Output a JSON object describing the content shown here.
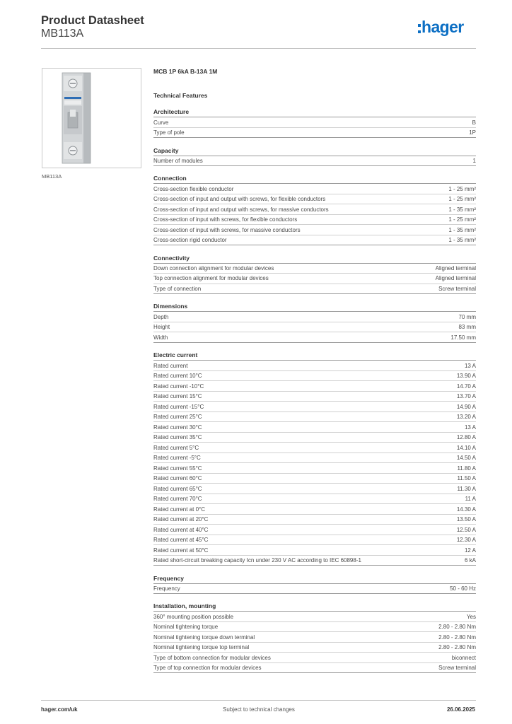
{
  "header": {
    "title": "Product Datasheet",
    "code": "MB113A",
    "logo_text": "hager"
  },
  "image": {
    "caption": "MB113A",
    "alt": "circuit-breaker-image"
  },
  "product_name": "MCB 1P 6kA B-13A 1M",
  "features_title": "Technical Features",
  "sections": [
    {
      "title": "Architecture",
      "rows": [
        {
          "label": "Curve",
          "value": "B"
        },
        {
          "label": "Type of pole",
          "value": "1P"
        }
      ]
    },
    {
      "title": "Capacity",
      "rows": [
        {
          "label": "Number of modules",
          "value": "1"
        }
      ]
    },
    {
      "title": "Connection",
      "rows": [
        {
          "label": "Cross-section flexible conductor",
          "value": "1 - 25 mm²"
        },
        {
          "label": "Cross-section of input and output with screws, for flexible conductors",
          "value": "1 - 25 mm²"
        },
        {
          "label": "Cross-section of input and output with screws, for massive conductors",
          "value": "1 - 35 mm²"
        },
        {
          "label": "Cross-section of input with screws, for flexible conductors",
          "value": "1 - 25 mm²"
        },
        {
          "label": "Cross-section of input with screws, for massive conductors",
          "value": "1 - 35 mm²"
        },
        {
          "label": "Cross-section rigid conductor",
          "value": "1 - 35 mm²"
        }
      ]
    },
    {
      "title": "Connectivity",
      "rows": [
        {
          "label": "Down connection alignment for modular devices",
          "value": "Aligned terminal"
        },
        {
          "label": "Top connection alignment for modular devices",
          "value": "Aligned terminal"
        },
        {
          "label": "Type of connection",
          "value": "Screw terminal"
        }
      ]
    },
    {
      "title": "Dimensions",
      "rows": [
        {
          "label": "Depth",
          "value": "70 mm"
        },
        {
          "label": "Height",
          "value": "83 mm"
        },
        {
          "label": "Width",
          "value": "17.50 mm"
        }
      ]
    },
    {
      "title": "Electric current",
      "rows": [
        {
          "label": "Rated current",
          "value": "13 A"
        },
        {
          "label": "Rated current 10°C",
          "value": "13.90 A"
        },
        {
          "label": "Rated current -10°C",
          "value": "14.70 A"
        },
        {
          "label": "Rated current 15°C",
          "value": "13.70 A"
        },
        {
          "label": "Rated current -15°C",
          "value": "14.90 A"
        },
        {
          "label": "Rated current 25°C",
          "value": "13.20 A"
        },
        {
          "label": "Rated current 30°C",
          "value": "13 A"
        },
        {
          "label": "Rated current 35°C",
          "value": "12.80 A"
        },
        {
          "label": "Rated current 5°C",
          "value": "14.10 A"
        },
        {
          "label": "Rated current -5°C",
          "value": "14.50 A"
        },
        {
          "label": "Rated current 55°C",
          "value": "11.80 A"
        },
        {
          "label": "Rated current 60°C",
          "value": "11.50 A"
        },
        {
          "label": "Rated current 65°C",
          "value": "11.30 A"
        },
        {
          "label": "Rated current 70°C",
          "value": "11 A"
        },
        {
          "label": "Rated current at 0°C",
          "value": "14.30 A"
        },
        {
          "label": "Rated current at 20°C",
          "value": "13.50 A"
        },
        {
          "label": "Rated current at 40°C",
          "value": "12.50 A"
        },
        {
          "label": "Rated current at 45°C",
          "value": "12.30 A"
        },
        {
          "label": "Rated current at 50°C",
          "value": "12 A"
        },
        {
          "label": "Rated short-circuit breaking capacity Icn under 230 V AC according to IEC 60898-1",
          "value": "6 kA"
        }
      ]
    },
    {
      "title": "Frequency",
      "rows": [
        {
          "label": "Frequency",
          "value": "50 - 60 Hz"
        }
      ]
    },
    {
      "title": "Installation, mounting",
      "rows": [
        {
          "label": "360° mounting position possible",
          "value": "Yes"
        },
        {
          "label": "Nominal tightening torque",
          "value": "2.80 - 2.80 Nm"
        },
        {
          "label": "Nominal tightening torque down terminal",
          "value": "2.80 - 2.80 Nm"
        },
        {
          "label": "Nominal tightening torque top terminal",
          "value": "2.80 - 2.80 Nm"
        },
        {
          "label": "Type of bottom connection for modular devices",
          "value": "biconnect"
        },
        {
          "label": "Type of top connection for modular devices",
          "value": "Screw terminal"
        }
      ]
    }
  ],
  "footer": {
    "website": "hager.com/uk",
    "notice": "Subject to technical changes",
    "date": "26.06.2025"
  },
  "colors": {
    "brand": "#0c6fc4",
    "rule": "#bfbfbf",
    "text": "#3a3a3a"
  }
}
